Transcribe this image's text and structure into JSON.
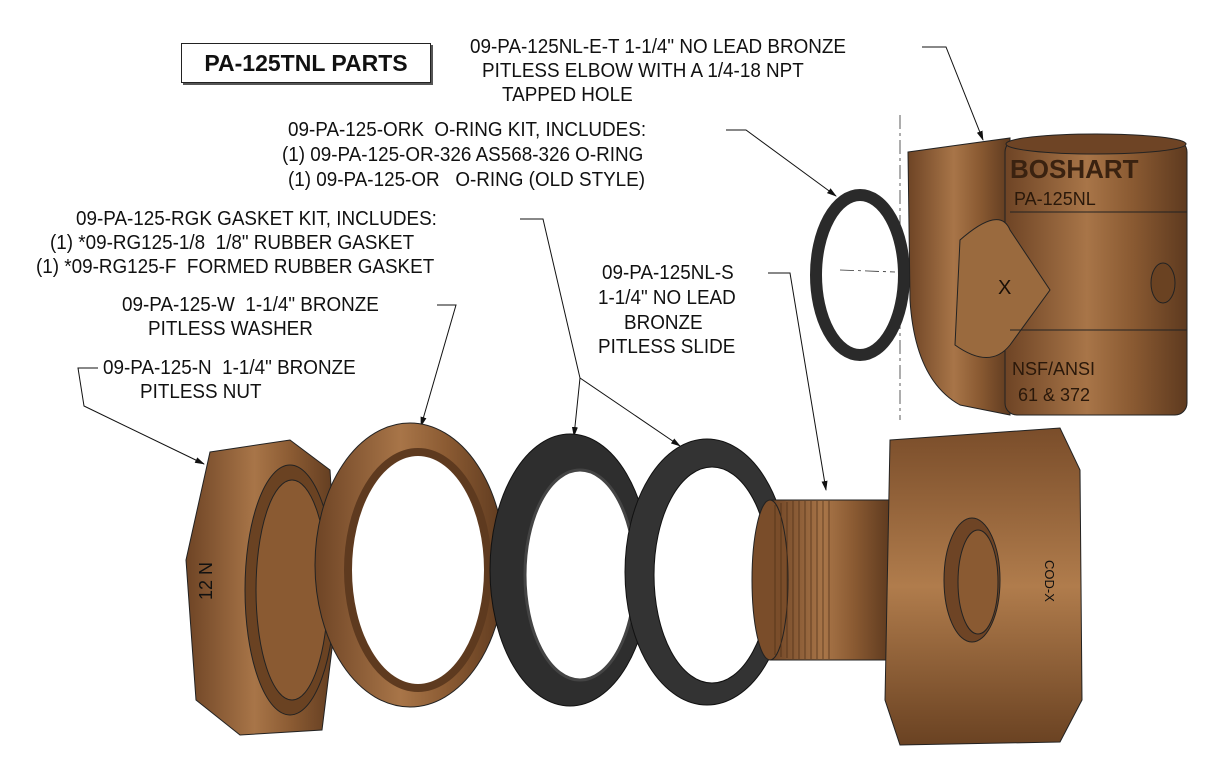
{
  "title": "PA-125TNL PARTS",
  "labels": {
    "elbow": [
      "09-PA-125NL-E-T 1-1/4\" NO LEAD BRONZE",
      "PITLESS ELBOW WITH A 1/4-18 NPT",
      "TAPPED HOLE"
    ],
    "oring_kit": [
      "09-PA-125-ORK  O-RING KIT, INCLUDES:",
      "(1) 09-PA-125-OR-326 AS568-326 O-RING",
      "(1) 09-PA-125-OR   O-RING (OLD STYLE)"
    ],
    "gasket_kit": [
      "09-PA-125-RGK GASKET KIT, INCLUDES:",
      "(1) *09-RG125-1/8  1/8\" RUBBER GASKET",
      "(1) *09-RG125-F  FORMED RUBBER GASKET"
    ],
    "washer": [
      "09-PA-125-W  1-1/4\" BRONZE",
      "PITLESS WASHER"
    ],
    "nut": [
      "09-PA-125-N  1-1/4\" BRONZE",
      "PITLESS NUT"
    ],
    "slide": [
      "09-PA-125NL-S",
      "1-1/4\" NO LEAD",
      "BRONZE",
      "PITLESS SLIDE"
    ]
  },
  "part_markings": {
    "elbow_brand": "BOSHART",
    "elbow_model": "PA-125NL",
    "elbow_x": "X",
    "elbow_cert1": "NSF/ANSI",
    "elbow_cert2": "61 & 372",
    "nut_mark": "12 N",
    "slide_mark": "COD-X"
  },
  "colors": {
    "bronze": "#8a5a32",
    "bronze_light": "#c08a5a",
    "rubber": "#2e2e2e"
  }
}
